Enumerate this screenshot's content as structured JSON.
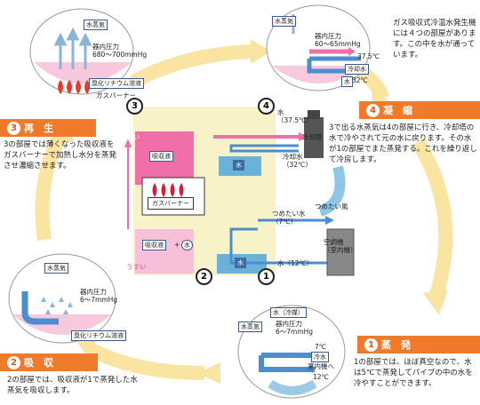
{
  "intro": "ガス吸収式冷温水発生機には４つの部屋があります。この中を水が通っています。",
  "stages": {
    "evaporation": {
      "num": "1",
      "title": "蒸　発",
      "desc": "1の部屋では、ほぼ真空なので、水は5℃で蒸発してパイプの中の水を冷やすことができます。"
    },
    "absorption": {
      "num": "2",
      "title": "吸　収",
      "desc": "2の部屋では、吸収液が1で蒸発した水蒸気を吸収します。"
    },
    "regeneration": {
      "num": "3",
      "title": "再　生",
      "desc": "3の部屋では薄くなった吸収液をガスバーナーで加熱し水分を蒸発させ濃縮させます。"
    },
    "condensation": {
      "num": "4",
      "title": "凝　縮",
      "desc": "3で出る水蒸気は4の部屋に行き、冷却塔の水で冷やされて元の水に戻ります。その水が1の部屋でまた蒸発する。これを繰り返して冷房します。"
    }
  },
  "circle_regen": {
    "steam": "水蒸気",
    "pressure": "器内圧力\n680〜700mmHg",
    "solution": "臭化リチウム溶液",
    "burner": "ガスバーナー"
  },
  "circle_cond": {
    "steam": "水蒸気",
    "pressure": "器内圧力\n60〜65mmHg",
    "temp_out": "37.5℃",
    "cooling_water": "冷却水",
    "temp_in": "32℃",
    "water": "水"
  },
  "circle_absorb": {
    "steam": "水蒸気",
    "pressure": "器内圧力\n6〜7mmHg",
    "solution": "臭化リチウム溶液"
  },
  "circle_evap": {
    "water_cold": "水（冷媒）",
    "steam": "水蒸気",
    "pressure": "器内圧力\n6〜7mmHg",
    "temp_out": "7℃",
    "chilled": "冷水",
    "room": "室内機へ",
    "temp_in": "12℃"
  },
  "machine": {
    "concentrated": "濃い",
    "absorbent": "吸収液",
    "burner": "ガスバーナー",
    "mix_absorbent": "吸収液",
    "mix_plus": "+",
    "mix_water": "水",
    "dilute": "うすい",
    "water_upper": "水",
    "water_lower": "水",
    "water_top": "水\n（37.5℃）",
    "cooling_tower": "冷却塔",
    "cooling_water": "冷却水\n（32℃）",
    "cold_water": "つめたい水\n（7℃）",
    "cold_wind": "つめたい風",
    "indoor_unit": "空調機\n（室内機）",
    "return_water": "水（12℃）"
  },
  "chamber_nums": [
    "1",
    "2",
    "3",
    "4"
  ],
  "colors": {
    "orange": "#f07a2c",
    "pink": "#f06fa8",
    "blue": "#6ab2d8",
    "cycle": "#f8e49a"
  }
}
